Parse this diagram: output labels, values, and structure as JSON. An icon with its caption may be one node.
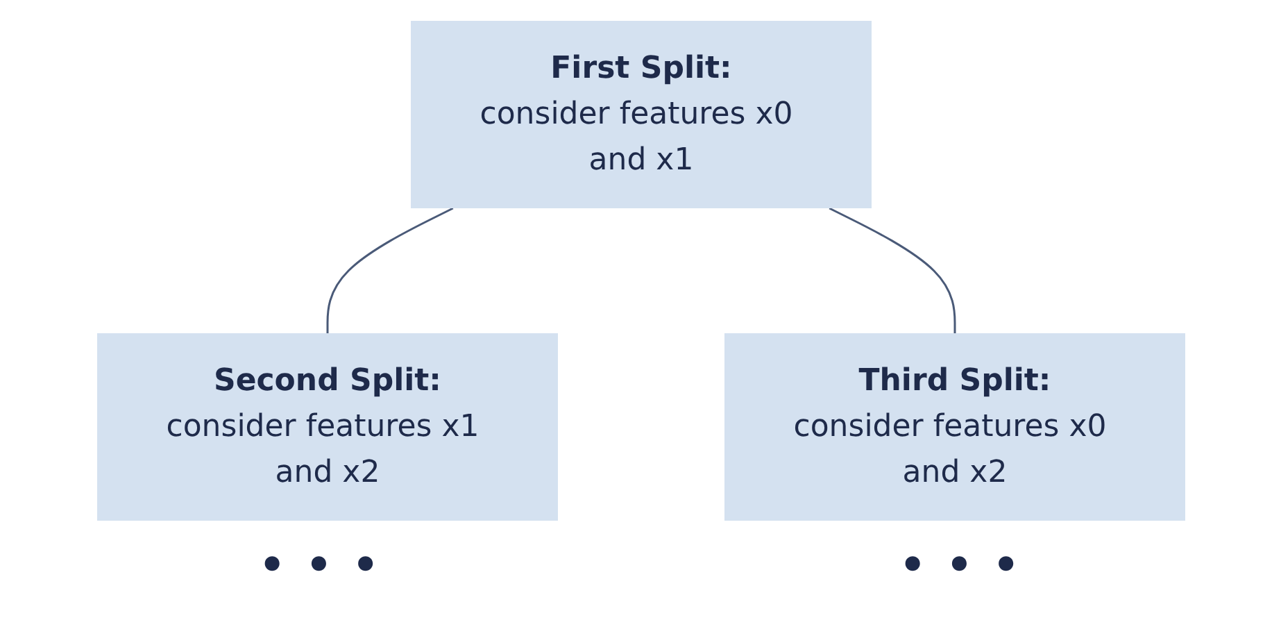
{
  "diagram": {
    "nodes": [
      {
        "text": [
          "First Split:",
          "consider features x0 and x1"
        ]
      },
      {
        "text": [
          "Second Split:",
          "consider features x1 and x2"
        ]
      },
      {
        "text": [
          "Third Split:",
          "consider features x0 and x2"
        ]
      }
    ],
    "edges": [
      {
        "from": 0,
        "to": 1,
        "arrow": "none"
      },
      {
        "from": 0,
        "to": 2,
        "arrow": "none"
      }
    ],
    "labels": [
      "• • •",
      "• • •"
    ]
  }
}
